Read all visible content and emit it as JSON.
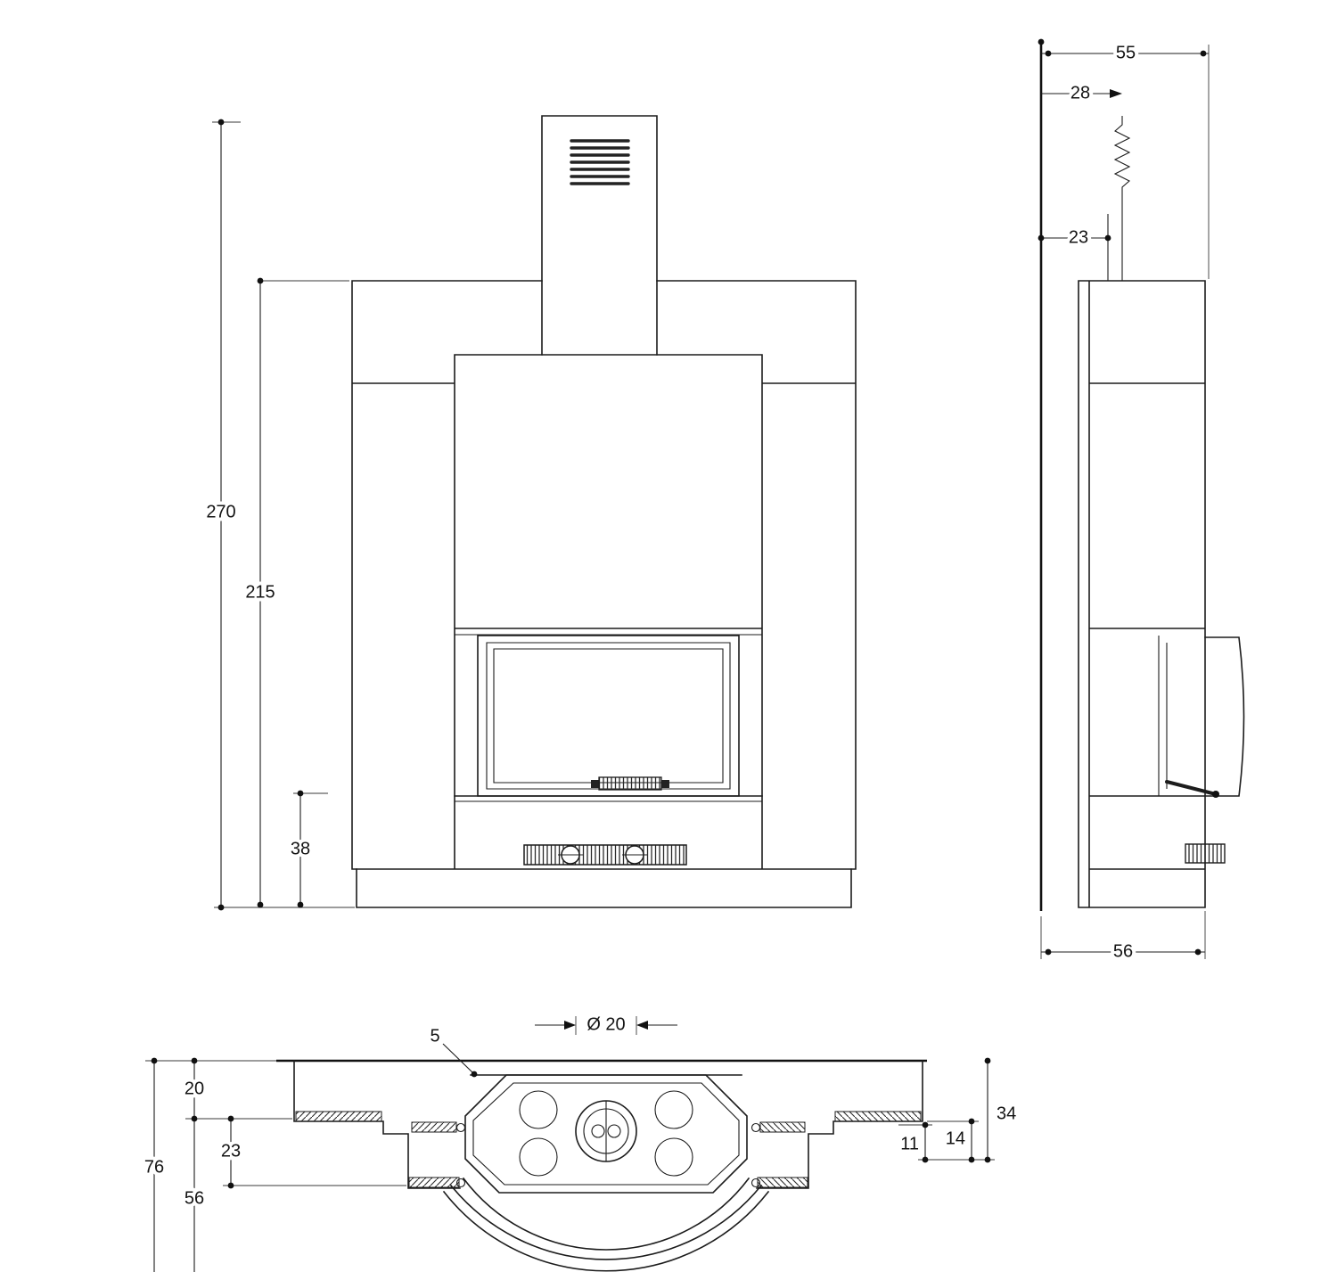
{
  "drawing": {
    "front": {
      "dim_total_height": "270",
      "dim_body_height": "215",
      "dim_base_height": "38"
    },
    "side": {
      "dim_top_depth": "55",
      "dim_flue_offset": "28",
      "dim_upper_gap": "23",
      "dim_depth": "56"
    },
    "plan": {
      "dim_flue_diameter": "Ø 20",
      "dim_wall_gap": "5",
      "dim_rear_offset": "20",
      "dim_bench_depth": "23",
      "dim_total_depth": "76",
      "dim_front_depth": "56",
      "dim_right_total": "34",
      "dim_right_step": "14",
      "dim_right_inner": "11"
    }
  }
}
